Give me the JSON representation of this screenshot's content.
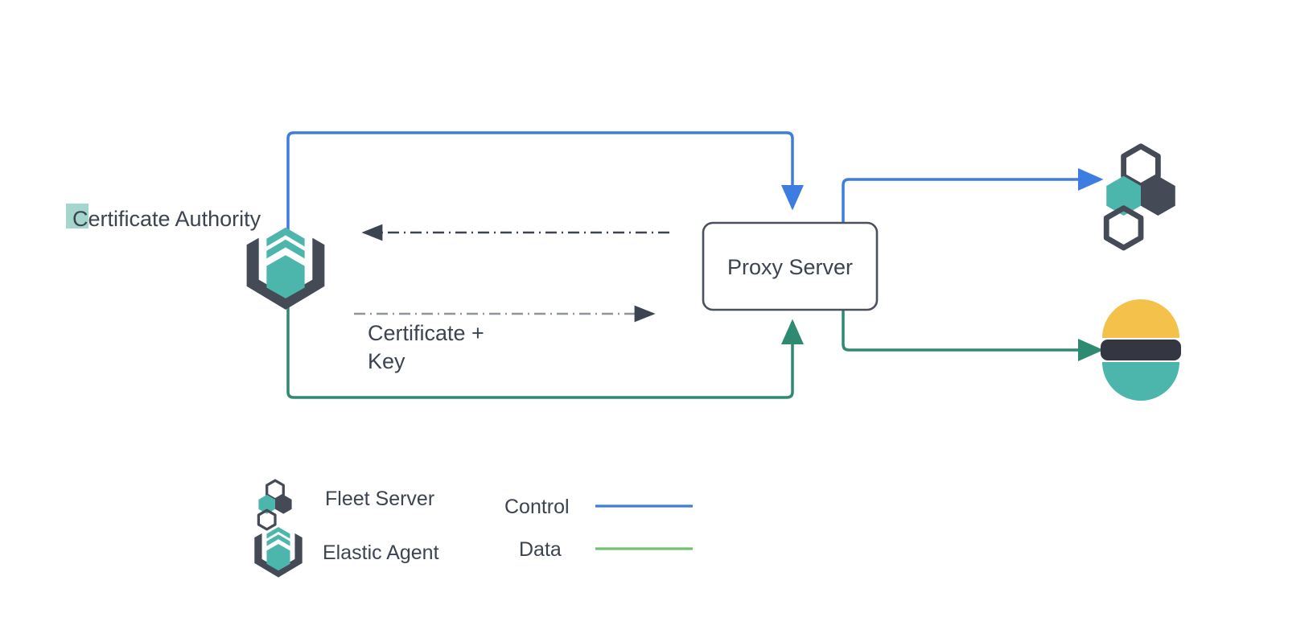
{
  "diagram": {
    "title_label": "Certificate Authority",
    "nodes": [
      {
        "id": "certificate-authority",
        "label": "Certificate Authority",
        "icon": "elastic-agent-icon",
        "highlighted": true
      },
      {
        "id": "proxy-server",
        "label": "Proxy Server",
        "icon": "box"
      },
      {
        "id": "fleet-server",
        "label": "",
        "icon": "fleet-server-icon"
      },
      {
        "id": "elasticsearch",
        "label": "",
        "icon": "elasticsearch-icon"
      }
    ],
    "edge_labels": {
      "certificate_key_line1": "Certificate +",
      "certificate_key_line2": "Key"
    },
    "proxy_server_label": "Proxy Server"
  },
  "legend": {
    "icon_items": [
      {
        "icon": "fleet-server-icon",
        "label": "Fleet Server"
      },
      {
        "icon": "elastic-agent-icon",
        "label": "Elastic Agent"
      }
    ],
    "line_items": [
      {
        "label": "Control",
        "color": "#3d7ce0"
      },
      {
        "label": "Data",
        "color": "#73bf73"
      }
    ]
  },
  "colors": {
    "control_line": "#3d7ce0",
    "data_line": "#2f8a72",
    "data_legend_line": "#73bf73",
    "dashed_line": "#3b4450",
    "dashed_line_light": "#9aa0a8",
    "teal": "#4db6ac",
    "dark_slate": "#444b57",
    "elastic_yellow": "#f4c14b",
    "elastic_dark": "#343741",
    "elastic_teal": "#4db6ac",
    "text": "#3b4450",
    "highlight": "#a5d6cd",
    "box_border": "#4a515c",
    "box_fill": "#ffffff"
  }
}
